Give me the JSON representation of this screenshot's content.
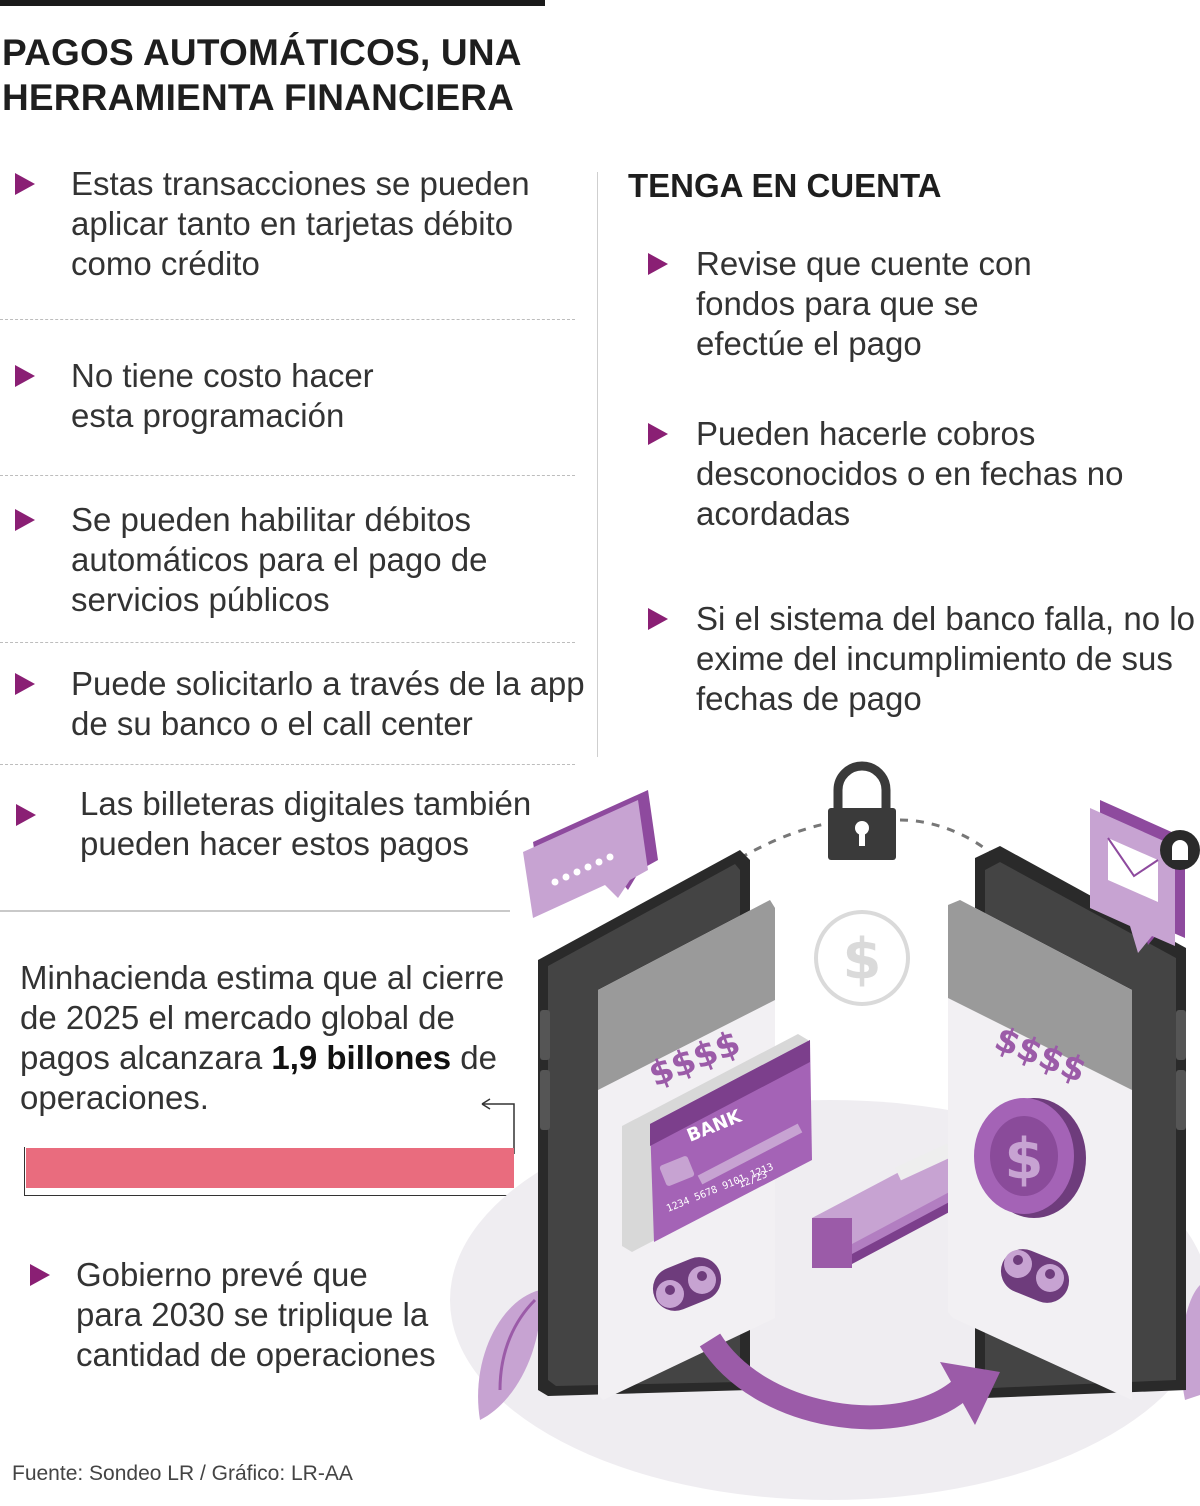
{
  "title": "PAGOS AUTOMÁTICOS, UNA HERRAMIENTA FINANCIERA",
  "left_bullets": [
    "Estas transacciones se pueden aplicar tanto en tarjetas débito como crédito",
    "No tiene costo hacer esta programación",
    "Se pueden habilitar débitos automáticos para el pago de servicios públicos",
    "Puede solicitarlo a través de la app de su banco o el call center",
    "Las billeteras digitales también pueden hacer estos pagos"
  ],
  "right_section": {
    "heading": "TENGA EN CUENTA",
    "bullets": [
      "Revise que cuente con fondos para que se efectúe el pago",
      "Pueden hacerle cobros desconocidos o en fechas no acordadas",
      "Si el sistema del banco falla, no lo exime del incumplimiento de sus fechas de pago"
    ]
  },
  "statistic": {
    "text_before": "Minhacienda estima que al cierre de 2025 el mercado global de pagos alcanzara ",
    "highlight": "1,9 billones",
    "text_after": " de operaciones.",
    "value": 1.9,
    "bar_fraction": 1.0,
    "bar_color": "#e96c7e"
  },
  "forecast_bullet": "Gobierno prevé que para 2030 se triplique la cantidad de operaciones",
  "source": "Fuente: Sondeo LR / Gráfico: LR-AA",
  "illustration": {
    "icons": [
      "phone-icon",
      "lock-icon",
      "dollar-coin-icon",
      "bank-card-icon",
      "money-stack-icon",
      "password-bubble-icon",
      "mail-bubble-icon",
      "bell-icon",
      "transfer-arrow-icon"
    ],
    "card_bank_label": "BANK",
    "card_number": "1234 5678 9101 1213",
    "card_expiry": "12/23",
    "screen_label_left": "$$$$",
    "screen_label_right": "$$$$",
    "accent": "#9b5ba8",
    "accent_light": "#c9a6d3"
  }
}
